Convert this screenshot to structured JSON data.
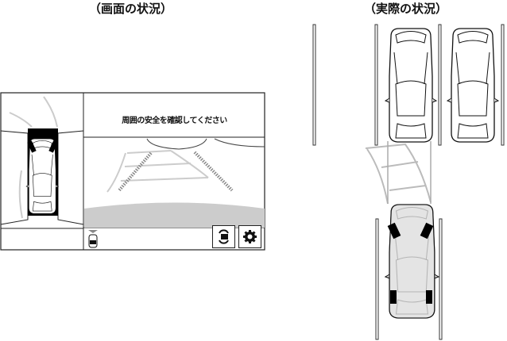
{
  "titles": {
    "screen": "（画面の状況）",
    "actual": "（実際の状況）"
  },
  "screen": {
    "message": "周囲の安全を確認してください",
    "buttons": [
      {
        "icon": "camera-switch-icon"
      },
      {
        "icon": "gear-icon"
      }
    ]
  }
}
